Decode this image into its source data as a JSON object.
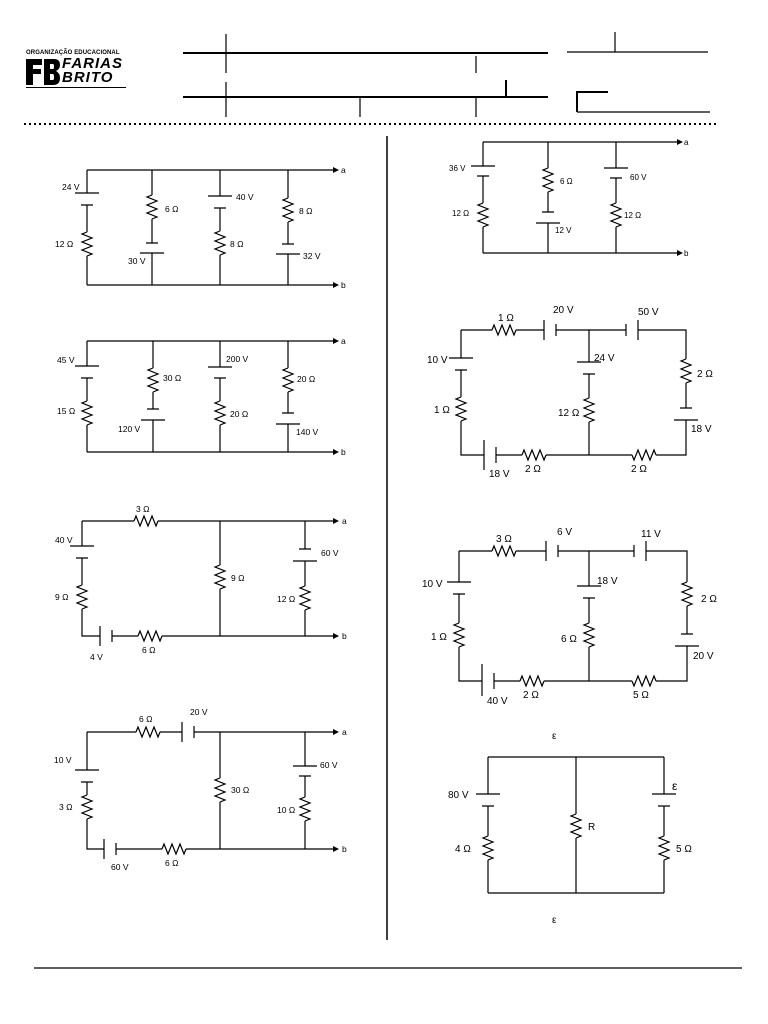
{
  "header": {
    "logo": {
      "top_text": "ORGANIZAÇÃO EDUCACIONAL",
      "name_line1": "FARIAS",
      "name_line2": "BRITO"
    }
  },
  "circuits": {
    "c1": {
      "l1": "24 V",
      "l2": "12 Ω",
      "l3": "6 Ω",
      "l4": "30 V",
      "l5": "40 V",
      "l6": "8 Ω",
      "l7": "8 Ω",
      "l8": "32 V",
      "ta": "a",
      "tb": "b"
    },
    "c2": {
      "l1": "45 V",
      "l2": "15 Ω",
      "l3": "30 Ω",
      "l4": "120 V",
      "l5": "200 V",
      "l6": "20 Ω",
      "l7": "20 Ω",
      "l8": "140 V",
      "ta": "a",
      "tb": "b"
    },
    "c3": {
      "l1": "3 Ω",
      "l2": "40 V",
      "l3": "9 Ω",
      "l4": "4 V",
      "l5": "6 Ω",
      "l6": "9 Ω",
      "l7": "60 V",
      "l8": "12 Ω",
      "ta": "a",
      "tb": "b"
    },
    "c4": {
      "l1": "6 Ω",
      "l2": "20 V",
      "l3": "10 V",
      "l4": "3 Ω",
      "l5": "60 V",
      "l6": "6 Ω",
      "l7": "30 Ω",
      "l8": "60 V",
      "l9": "10 Ω",
      "ta": "a",
      "tb": "b"
    },
    "c5": {
      "l1": "36 V",
      "l2": "12 Ω",
      "l3": "6 Ω",
      "l4": "12 V",
      "l5": "60 V",
      "l6": "12 Ω",
      "ta": "a",
      "tb": "b"
    },
    "c6": {
      "l1": "1 Ω",
      "l2": "20 V",
      "l3": "50 V",
      "l4": "10 V",
      "l5": "1 Ω",
      "l6": "24 V",
      "l7": "12 Ω",
      "l8": "2 Ω",
      "l9": "18 V",
      "l10": "18 V",
      "l11": "2 Ω",
      "l12": "2 Ω"
    },
    "c7": {
      "l1": "3 Ω",
      "l2": "6 V",
      "l3": "11 V",
      "l4": "10 V",
      "l5": "1 Ω",
      "l6": "18 V",
      "l7": "6 Ω",
      "l8": "2 Ω",
      "l9": "20 V",
      "l10": "40 V",
      "l11": "2 Ω",
      "l12": "5 Ω",
      "caption": "ε"
    },
    "c8": {
      "l1": "80 V",
      "l2": "4 Ω",
      "l3": "R",
      "l4": "ε",
      "l5": "5 Ω",
      "caption": "ε"
    }
  }
}
